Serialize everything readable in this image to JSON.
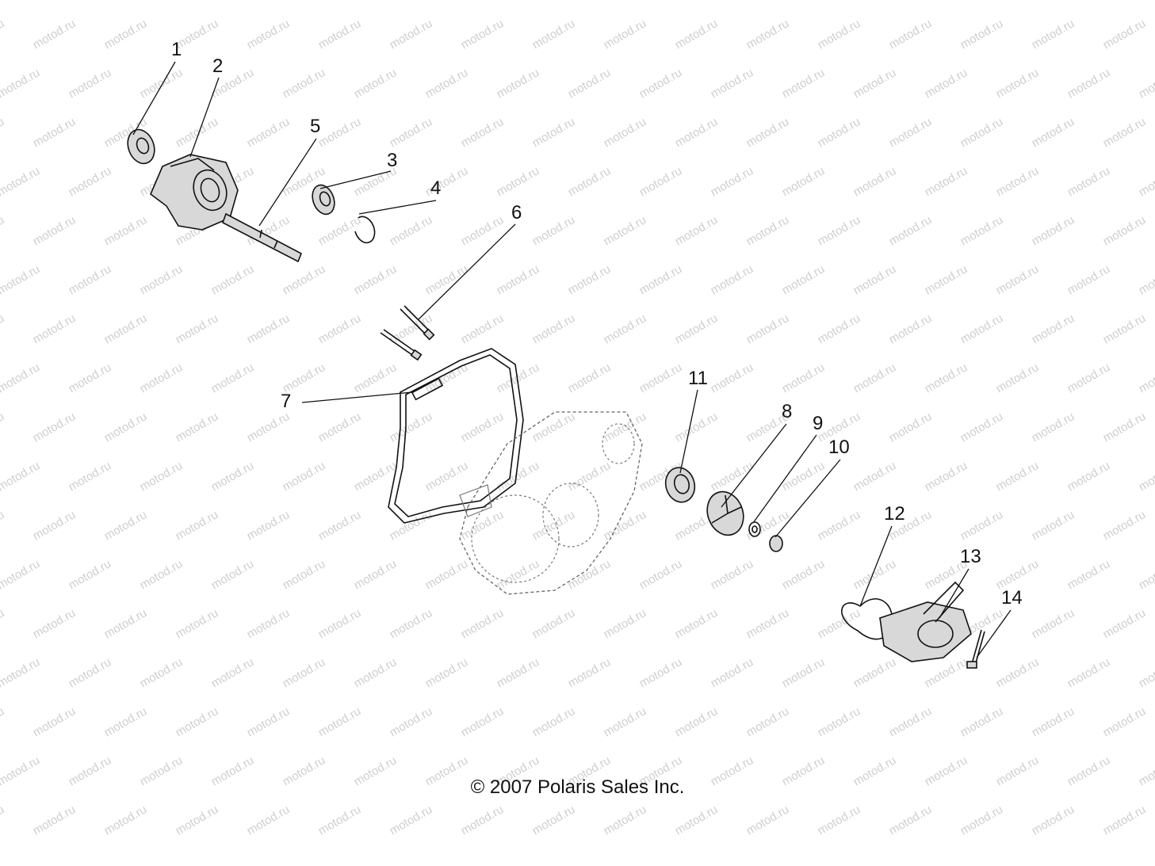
{
  "watermark": "motod.ru",
  "copyright": "© 2007 Polaris Sales Inc.",
  "callouts": [
    "1",
    "2",
    "3",
    "4",
    "5",
    "6",
    "7",
    "8",
    "9",
    "10",
    "11",
    "12",
    "13",
    "14"
  ]
}
